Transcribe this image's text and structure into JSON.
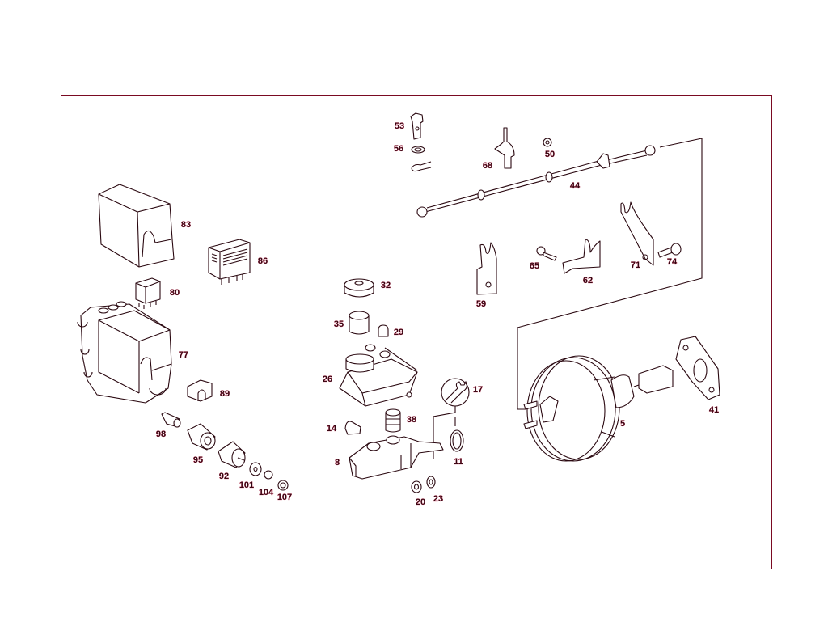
{
  "diagram": {
    "type": "exploded parts diagram",
    "line_color": "#2a0810",
    "frame_color": "#7a0a22",
    "labels": {
      "p5": "5",
      "p8": "8",
      "p11": "11",
      "p14": "14",
      "p17": "17",
      "p20": "20",
      "p23": "23",
      "p26": "26",
      "p29": "29",
      "p32": "32",
      "p35": "35",
      "p38": "38",
      "p41": "41",
      "p44": "44",
      "p50": "50",
      "p53": "53",
      "p56": "56",
      "p59": "59",
      "p62": "62",
      "p65": "65",
      "p68": "68",
      "p71": "71",
      "p74": "74",
      "p77": "77",
      "p80": "80",
      "p83": "83",
      "p86": "86",
      "p89": "89",
      "p92": "92",
      "p95": "95",
      "p98": "98",
      "p101": "101",
      "p104": "104",
      "p107": "107"
    },
    "icons": {
      "tool_symbol": "wrench-icon"
    }
  }
}
